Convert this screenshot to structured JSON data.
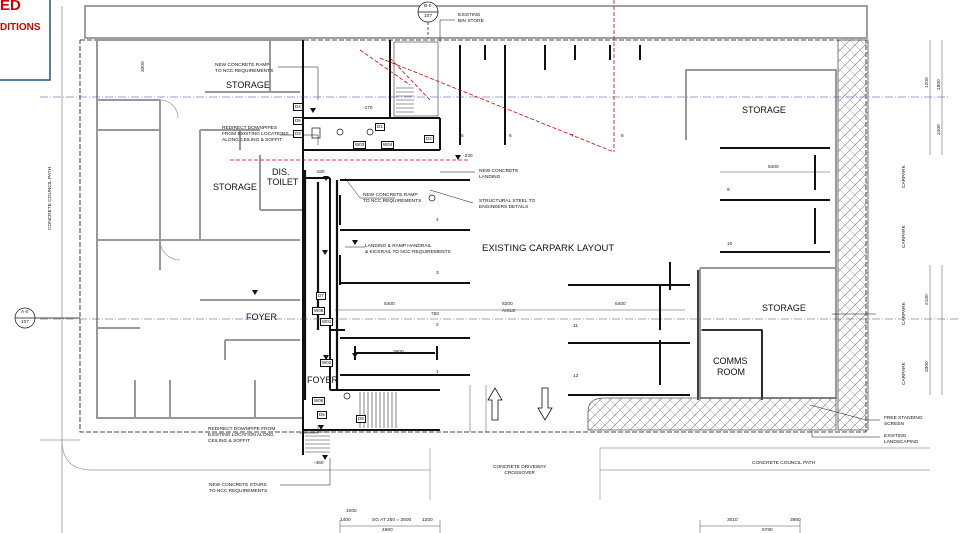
{
  "stamp": {
    "line1": "ED",
    "line2": "DITIONS",
    "color": "#d40000"
  },
  "rooms": {
    "storage_top_left": "STORAGE",
    "storage_left": "STORAGE",
    "dis_toilet_1": "DIS.",
    "dis_toilet_2": "TOILET",
    "foyer_main": "FOYER",
    "foyer_small": "FOYER",
    "storage_right_top": "STORAGE",
    "storage_right_bottom": "STORAGE",
    "comms_1": "COMMS",
    "comms_2": "ROOM",
    "carpark": "EXISTING CARPARK LAYOUT"
  },
  "notes": {
    "ramp_top": "NEW CONCRETE RAMP\nTO NCC REQUIREMENTS",
    "downpipes_top": "REDIRECT DOWNPIPES\nFROM EXISTING LOCATIONS\nALONG CEILING & SOFFIT",
    "bin_store": "EXISTING\nBIN STORE",
    "new_landing": "NEW CONCRETE\nLANDING",
    "ramp_mid": "NEW CONCRETE RAMP\nTO NCC REQUIREMENTS",
    "structural_steel": "STRUCTURAL STEEL TO\nENGINEERS DETAILS",
    "handrail": "LANDING & RAMP HANDRAIL\n& KICKRAIL TO NCC REQUIREMENTS",
    "downpipe_bottom": "REDIRECT DOWNPIPE FROM\nEXISTING LOCATION ALONG\nCEILING & SOFFIT",
    "stairs": "NEW CONCRETE STAIRS\nTO NCC REQUIREMENTS",
    "driveway": "CONCRETE DRIVEWAY\nCROSSOVER",
    "council_path": "CONCRETE COUNCIL PATH",
    "council_path_left": "CONCRETE COUNCIL PATH",
    "screen": "FREE STANDING\nSCREEN",
    "landscaping": "EXISTING\nLANDSCAPING"
  },
  "dimensions": {
    "d5400_right": "5400",
    "d5400_left": "5400",
    "d6200": "6200",
    "aisle": "AISLE",
    "d5400_mid": "5400",
    "d750": "750",
    "d3800": "3800",
    "d3000": "3000",
    "bottom_1000": "1000",
    "bottom_1400": "1400",
    "bottom_sg": "SG AT 250 = 2500",
    "bottom_1200": "1200",
    "bottom_4960": "4960",
    "bottom_3010": "3010",
    "bottom_3860": "3860",
    "bottom_6780": "6780",
    "level_170": "-170",
    "level_230": "-230",
    "level_180": "-180",
    "level_450": "-450",
    "carpark_v1": "CARPARK",
    "carpark_v2": "CARPARK",
    "carpark_v3": "CARPARK",
    "carpark_v4": "CARPARK",
    "right_1200": "1200",
    "right_1800": "1800",
    "right_2400": "2400",
    "right_2100": "2100",
    "right_3300": "3300"
  },
  "bays": [
    "1",
    "2",
    "3",
    "4",
    "5",
    "6",
    "7",
    "8",
    "9",
    "10",
    "11",
    "12"
  ],
  "markers": {
    "section_top_a": "B-0",
    "section_top_b": "107",
    "section_left_a": "A-0",
    "section_left_b": "107"
  },
  "tags": [
    "D4",
    "D6",
    "D3",
    "D1",
    "D2",
    "D7",
    "W03",
    "W04",
    "W01",
    "W02",
    "W05",
    "D5",
    "W06",
    "D8"
  ]
}
